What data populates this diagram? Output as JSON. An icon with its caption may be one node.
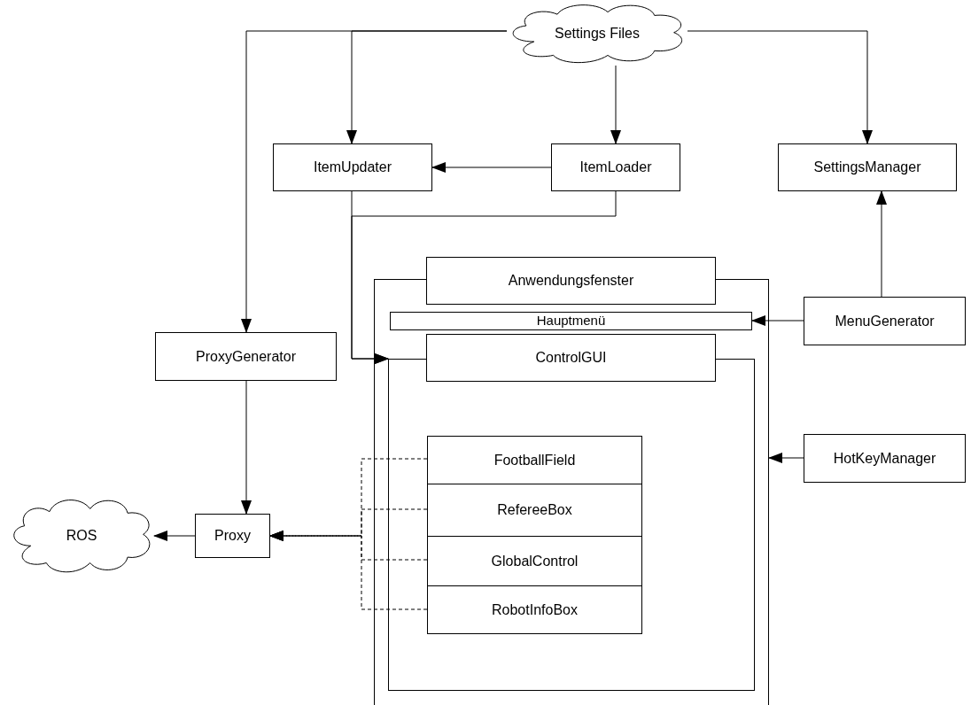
{
  "diagram": {
    "nodes": [
      {
        "text": [
          "Settings Files"
        ]
      },
      {
        "text": [
          "ItemUpdater"
        ]
      },
      {
        "text": [
          "ItemLoader"
        ]
      },
      {
        "text": [
          "SettingsManager"
        ]
      },
      {
        "text": [
          "Anwendungsfenster"
        ]
      },
      {
        "text": [
          "Hauptmenü"
        ],
        "in": 4
      },
      {
        "text": [
          "ControlGUI"
        ],
        "in": 4
      },
      {
        "text": [
          "FootballField"
        ],
        "in": 6
      },
      {
        "text": [
          "RefereeBox"
        ],
        "in": 6
      },
      {
        "text": [
          "GlobalControl"
        ],
        "in": 6
      },
      {
        "text": [
          "RobotInfoBox"
        ],
        "in": 6
      },
      {
        "text": [
          "MenuGenerator"
        ]
      },
      {
        "text": [
          "ProxyGenerator"
        ]
      },
      {
        "text": [
          "HotKeyManager"
        ]
      },
      {
        "text": [
          "ROS"
        ]
      },
      {
        "text": [
          "Proxy"
        ]
      }
    ],
    "edges": [
      {
        "from": 0,
        "to": 1,
        "arrow": "to"
      },
      {
        "from": 0,
        "to": 2,
        "arrow": "to"
      },
      {
        "from": 0,
        "to": 3,
        "arrow": "to"
      },
      {
        "from": 0,
        "to": 12,
        "arrow": "to"
      },
      {
        "from": 2,
        "to": 1,
        "arrow": "to"
      },
      {
        "from": 1,
        "to": 6,
        "arrow": "to"
      },
      {
        "from": 2,
        "to": 6,
        "arrow": "to"
      },
      {
        "from": 11,
        "to": 5,
        "arrow": "to"
      },
      {
        "from": 11,
        "to": 3,
        "arrow": "to"
      },
      {
        "from": 13,
        "to": 4,
        "arrow": "to"
      },
      {
        "from": 12,
        "to": 15,
        "arrow": "to"
      },
      {
        "from": 15,
        "to": 14,
        "arrow": "to"
      },
      {
        "from": 7,
        "to": 15,
        "arrow": "to",
        "style": "dashed"
      },
      {
        "from": 8,
        "to": 15,
        "arrow": "to",
        "style": "dashed"
      },
      {
        "from": 9,
        "to": 15,
        "arrow": "to",
        "style": "dashed"
      },
      {
        "from": 10,
        "to": 15,
        "arrow": "to",
        "style": "dashed"
      }
    ]
  }
}
